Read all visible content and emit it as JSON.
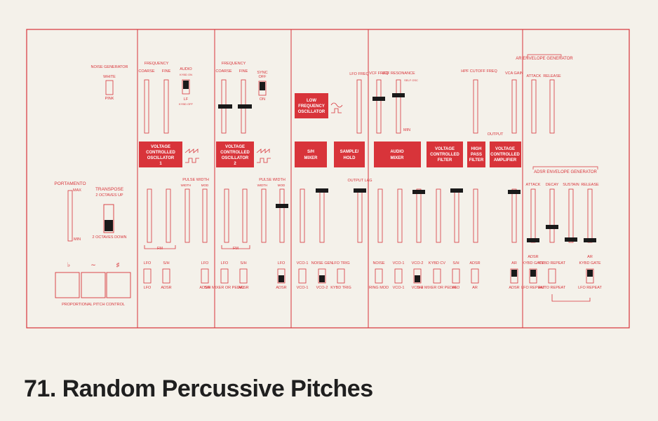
{
  "caption": "71. Random Percussive Pitches",
  "colors": {
    "ink": "#d8343a",
    "paper": "#f4f1ea",
    "text": "#1f1f1f",
    "knob": "#1a1a1a"
  },
  "noise_gen": {
    "title": "NOISE GENERATOR",
    "white": "WHITE",
    "pink": "PINK"
  },
  "portamento": {
    "title": "PORTAMENTO",
    "max": "MAX",
    "min": "MIN"
  },
  "transpose": {
    "title": "TRANSPOSE",
    "up": "2 OCTAVES UP",
    "down": "2 OCTAVES DOWN"
  },
  "pitch_control": {
    "title": "PROPORTIONAL PITCH CONTROL",
    "flat": "♭",
    "wave": "∼",
    "sharp": "♯"
  },
  "vco1": {
    "frequency": "FREQUENCY",
    "coarse": "COARSE",
    "fine": "FINE",
    "audio": "AUDIO",
    "kybd_on": "KYBD ON",
    "lf": "LF",
    "kybd_off": "KYBD OFF",
    "module": [
      "VOLTAGE",
      "CONTROLLED",
      "OSCILLATOR",
      "1"
    ],
    "pulse_width": "PULSE WIDTH",
    "width": "WIDTH",
    "mod": "MOD",
    "fm": "FM",
    "sw_lfo": "LFO",
    "sw_sh": "S/H",
    "sw_lfo2": "LFO",
    "sw_adsr": "ADSR",
    "sw_lfo3": "LFO",
    "sw_adsr2": "ADSR"
  },
  "vco2": {
    "frequency": "FREQUENCY",
    "coarse": "COARSE",
    "fine": "FINE",
    "sync": "SYNC",
    "off": "OFF",
    "on": "ON",
    "module": [
      "VOLTAGE",
      "CONTROLLED",
      "OSCILLATOR",
      "2"
    ],
    "pulse_width": "PULSE WIDTH",
    "width": "WIDTH",
    "mod": "MOD",
    "fm": "FM",
    "sw_lfo": "LFO",
    "sw_sh": "S/H",
    "sw_mixer": "S/H MIXER OR PEDAL",
    "sw_adsr": "ADSR",
    "sw_lfo2": "LFO",
    "sw_adsr2": "ADSR"
  },
  "lfo": {
    "module": [
      "LOW",
      "FREQUENCY",
      "OSCILLATOR"
    ],
    "freq": "LFO FREQ"
  },
  "sh": {
    "mixer": [
      "S/H",
      "MIXER"
    ],
    "sample": [
      "SAMPLE/",
      "HOLD"
    ],
    "output_lag": "OUTPUT LAG",
    "sw_vco1": "VCO-1",
    "sw_noise": "NOISE GEN",
    "sw_lfo_trig": "LFO TRIG",
    "sw_vco1b": "VCO-1",
    "sw_vco2": "VCO-2",
    "sw_kybd": "KYBD TRIG"
  },
  "audio_mixer": {
    "vcf_freq": "VCF FREQ",
    "vcf_res": "VCF RESONANCE",
    "self_osc": "SELF OSC",
    "min": "MIN",
    "module": [
      "AUDIO",
      "MIXER"
    ],
    "sw_noise": "NOISE",
    "sw_vco1": "VCO-1",
    "sw_vco2": "VCO-2",
    "sw_ring": "RING MOD",
    "sw_vco1b": "VCO-1",
    "sw_vco2b": "VCO-2"
  },
  "vcf": {
    "module": [
      "VOLTAGE",
      "CONTROLLED",
      "FILTER"
    ],
    "sw_kybd": "KYBD CV",
    "sw_sh": "S/H",
    "sw_adsr": "ADSR",
    "sw_mixer": "S/H MIXER OR PEDAL",
    "sw_lfo": "LFO",
    "sw_ar": "AR"
  },
  "hpf": {
    "module": [
      "HIGH",
      "PASS",
      "FILTER"
    ],
    "cutoff": "HPF CUTOFF FREQ"
  },
  "vca": {
    "module": [
      "VOLTAGE",
      "CONTROLLED",
      "AMPLIFIER"
    ],
    "gain": "VCA GAIN",
    "output": "OUTPUT",
    "sw_ar": "AR",
    "sw_adsr": "ADSR"
  },
  "ar_env": {
    "title": "AR ENVELOPE GENERATOR",
    "attack": "ATTACK",
    "release": "RELEASE"
  },
  "adsr_env": {
    "title": "ADSR ENVELOPE GENERATOR",
    "attack": "ATTACK",
    "decay": "DECAY",
    "sustain": "SUSTAIN",
    "release": "RELEASE"
  },
  "triggers": {
    "adsr": "ADSR",
    "ar": "AR",
    "kybd_gate": "KYBD GATE",
    "kybd_repeat": "KYBD REPEAT",
    "lfo_repeat": "LFO REPEAT",
    "auto_repeat": "AUTO REPEAT"
  }
}
